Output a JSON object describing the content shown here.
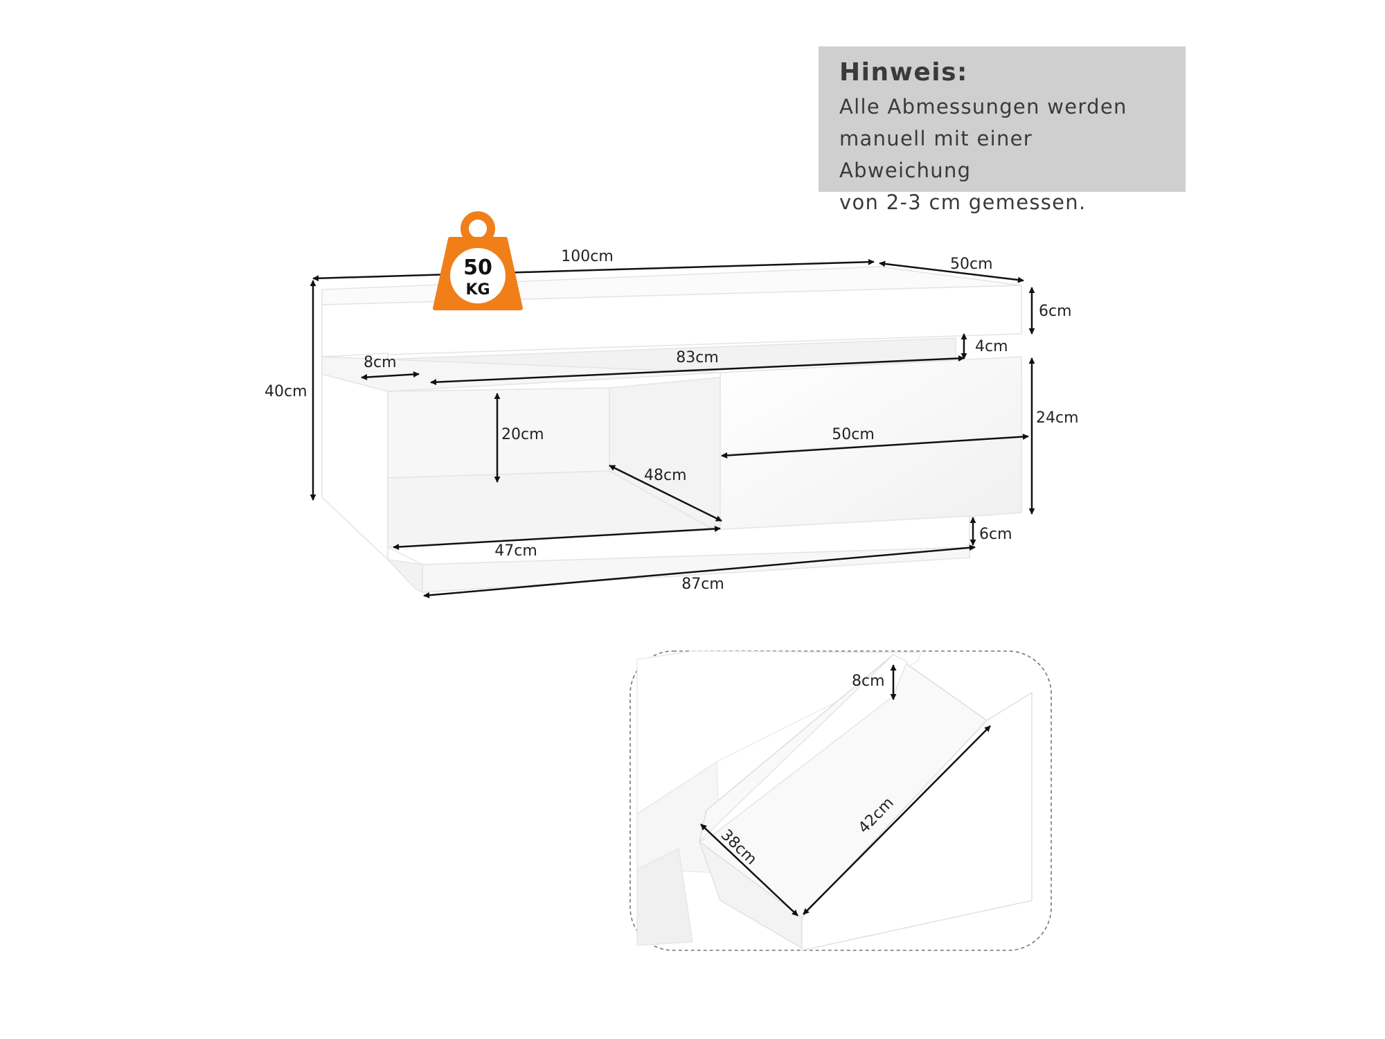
{
  "note": {
    "title": "Hinweis:",
    "lines": [
      "Alle Abmessungen werden",
      "manuell mit einer Abweichung",
      "von 2-3 cm gemessen."
    ]
  },
  "badge": {
    "weight": "50",
    "unit": "KG",
    "color": "#f07f1a"
  },
  "dimensions": {
    "total_width": "100cm",
    "depth": "50cm",
    "top_thickness": "6cm",
    "gap_height": "4cm",
    "total_height": "40cm",
    "side_offset": "8cm",
    "shelf_width": "83cm",
    "drawer_height": "24cm",
    "shelf_height": "20cm",
    "drawer_width": "50cm",
    "shelf_depth": "48cm",
    "opening_width": "47cm",
    "base_height": "6cm",
    "base_width": "87cm"
  },
  "drawer_detail": {
    "depth_label": "8cm",
    "inner_width": "38cm",
    "inner_length": "42cm"
  }
}
